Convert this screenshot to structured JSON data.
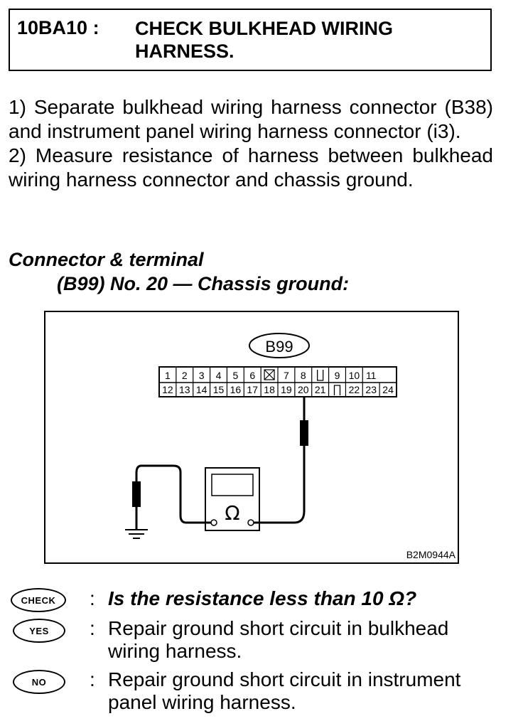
{
  "header": {
    "code": "10BA10 :",
    "title": "CHECK BULKHEAD WIRING HARNESS."
  },
  "steps": [
    "1) Separate bulkhead wiring harness connector (B38) and instrument panel wiring harness connector (i3).",
    "2) Measure resistance of harness between bulkhead wiring harness connector and chassis ground."
  ],
  "connector": {
    "label": "Connector & terminal",
    "detail": "(B99) No. 20 — Chassis ground:"
  },
  "figure": {
    "connector_id": "B99",
    "top_pins": [
      "1",
      "2",
      "3",
      "4",
      "5",
      "6",
      "",
      "7",
      "8",
      "",
      "9",
      "10",
      "11"
    ],
    "bottom_pins": [
      "12",
      "13",
      "14",
      "15",
      "16",
      "17",
      "18",
      "19",
      "20",
      "21",
      "",
      "22",
      "23",
      "24"
    ],
    "meter_symbol": "Ω",
    "code": "B2M0944A"
  },
  "results": [
    {
      "badge": "CHECK",
      "colon": ":",
      "text": "Is the resistance less than 10 Ω?"
    },
    {
      "badge": "YES",
      "colon": ":",
      "text": "Repair ground short circuit in bulkhead wiring harness."
    },
    {
      "badge": "NO",
      "colon": ":",
      "text": "Repair ground short circuit in instrument panel wiring harness."
    }
  ]
}
